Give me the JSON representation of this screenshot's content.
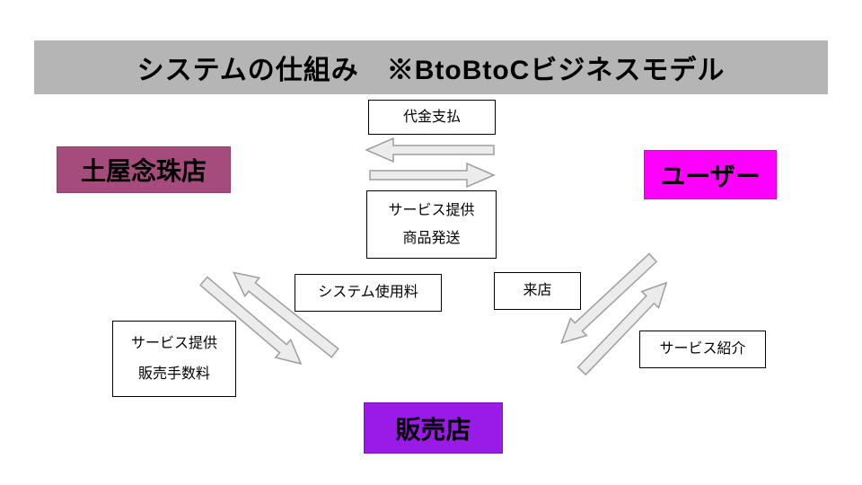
{
  "slide": {
    "title": "システムの仕組み　※BtoBtoCビジネスモデル"
  },
  "entities": {
    "tsuchiya": {
      "label": "土屋念珠店",
      "color": "#A64C7D"
    },
    "user": {
      "label": "ユーザー",
      "color": "#FF00FF"
    },
    "dealer": {
      "label": "販売店",
      "color": "#9A1AE8"
    }
  },
  "labels": {
    "payment": "代金支払",
    "service_delivery": {
      "line1": "サービス提供",
      "line2": "商品発送"
    },
    "system_fee": "システム使用料",
    "service_commission": {
      "line1": "サービス提供",
      "line2": "販売手数料"
    },
    "visit": "来店",
    "service_intro": "サービス紹介"
  },
  "arrows": [
    {
      "name": "payment-arrow",
      "direction": "left",
      "area": "top-center"
    },
    {
      "name": "service-delivery-arrow",
      "direction": "right",
      "area": "top-center"
    },
    {
      "name": "commission-arrow",
      "direction": "up-left",
      "area": "left"
    },
    {
      "name": "service-provide-arrow",
      "direction": "down-right",
      "area": "left"
    },
    {
      "name": "visit-arrow",
      "direction": "down-left",
      "area": "right"
    },
    {
      "name": "service-intro-arrow",
      "direction": "up-right",
      "area": "right"
    }
  ],
  "colors": {
    "background": "#FFFFFF",
    "title_bar": "#B5B5B5",
    "arrow_fill": "#ECECEC",
    "arrow_stroke": "#9E9E9E",
    "text": "#000000"
  }
}
